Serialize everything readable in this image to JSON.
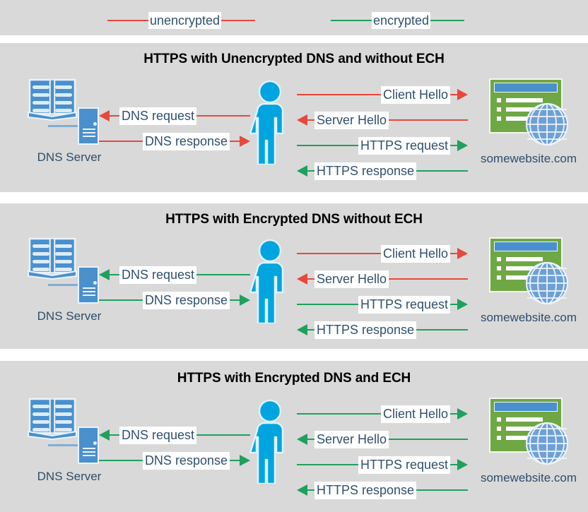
{
  "colors": {
    "unencrypted": "#e8483c",
    "encrypted": "#1fa05e",
    "panel_bg": "#d9d9d9",
    "page_bg": "#ffffff",
    "label_text": "#31506e",
    "node_label_text": "#2e4d6b",
    "person": "#00a5e0",
    "browser_green": "#6fa744",
    "browser_blue": "#4a90cd",
    "book_blue": "#4a90cd"
  },
  "legend": {
    "items": [
      {
        "label": "unencrypted",
        "color_key": "unencrypted"
      },
      {
        "label": "encrypted",
        "color_key": "encrypted"
      }
    ]
  },
  "nodes": {
    "dns_server_label": "DNS Server",
    "website_label": "somewebsite.com"
  },
  "panels": [
    {
      "title": "HTTPS with Unencrypted DNS and without ECH",
      "left_flows": [
        {
          "label": "DNS request",
          "direction": "left",
          "encrypted": false
        },
        {
          "label": "DNS response",
          "direction": "right",
          "encrypted": false
        }
      ],
      "right_flows": [
        {
          "label": "Client Hello",
          "direction": "right",
          "encrypted": false
        },
        {
          "label": "Server Hello",
          "direction": "left",
          "encrypted": false
        },
        {
          "label": "HTTPS request",
          "direction": "right",
          "encrypted": true
        },
        {
          "label": "HTTPS response",
          "direction": "left",
          "encrypted": true
        }
      ]
    },
    {
      "title": "HTTPS with Encrypted DNS without ECH",
      "left_flows": [
        {
          "label": "DNS request",
          "direction": "left",
          "encrypted": true
        },
        {
          "label": "DNS response",
          "direction": "right",
          "encrypted": true
        }
      ],
      "right_flows": [
        {
          "label": "Client Hello",
          "direction": "right",
          "encrypted": false
        },
        {
          "label": "Server Hello",
          "direction": "left",
          "encrypted": false
        },
        {
          "label": "HTTPS request",
          "direction": "right",
          "encrypted": true
        },
        {
          "label": "HTTPS response",
          "direction": "left",
          "encrypted": true
        }
      ]
    },
    {
      "title": "HTTPS with Encrypted DNS and ECH",
      "left_flows": [
        {
          "label": "DNS request",
          "direction": "left",
          "encrypted": true
        },
        {
          "label": "DNS response",
          "direction": "right",
          "encrypted": true
        }
      ],
      "right_flows": [
        {
          "label": "Client Hello",
          "direction": "right",
          "encrypted": true
        },
        {
          "label": "Server Hello",
          "direction": "left",
          "encrypted": true
        },
        {
          "label": "HTTPS request",
          "direction": "right",
          "encrypted": true
        },
        {
          "label": "HTTPS response",
          "direction": "left",
          "encrypted": true
        }
      ]
    }
  ]
}
